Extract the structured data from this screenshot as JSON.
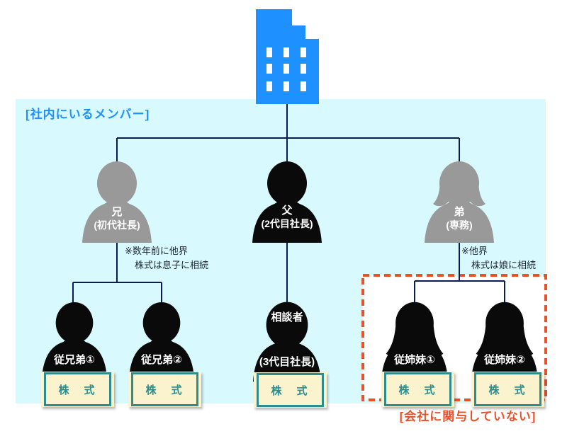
{
  "colors": {
    "area_bg": "#D8FAFE",
    "area_label": "#1E90FF",
    "building": "#1E90FF",
    "connector_line": "#0A1C52",
    "silhouette_gray": "#999999",
    "silhouette_black": "#0A0A0A",
    "stock_border": "#2E8C8F",
    "stock_bg": "#FAF3CD",
    "excluded_accent": "#E8522A"
  },
  "company_area": {
    "label": "[社内にいるメンバー]"
  },
  "excluded_area": {
    "label": "[会社に関与していない]"
  },
  "stock_label": "株　式",
  "generation1": {
    "elder_brother": {
      "name": "兄",
      "title": "(初代社長)",
      "note1": "※数年前に他界",
      "note2": "株式は息子に相続"
    },
    "father": {
      "name": "父",
      "title": "(2代目社長)"
    },
    "younger_brother": {
      "name": "弟",
      "title": "(専務)",
      "note1": "※他界",
      "note2": "株式は娘に相続"
    }
  },
  "generation2": {
    "cousin_m1": {
      "name": "従兄弟①"
    },
    "cousin_m2": {
      "name": "従兄弟②"
    },
    "consulter": {
      "name": "相談者",
      "title": "(3代目社長)"
    },
    "cousin_f1": {
      "name": "従姉妹①"
    },
    "cousin_f2": {
      "name": "従姉妹②"
    }
  }
}
